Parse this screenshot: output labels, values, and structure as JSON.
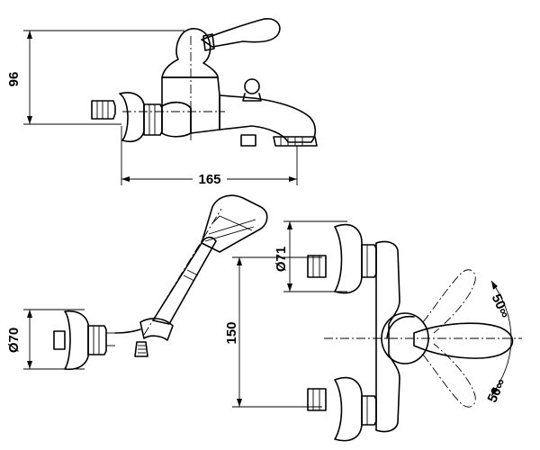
{
  "dimensions": {
    "height_side_view": "96",
    "length_side_view": "165",
    "diameter_shower_mount": "Ø70",
    "diameter_wall_flange": "Ø71",
    "center_distance": "150",
    "offset_top": "50∞",
    "offset_bottom": "50∞"
  }
}
